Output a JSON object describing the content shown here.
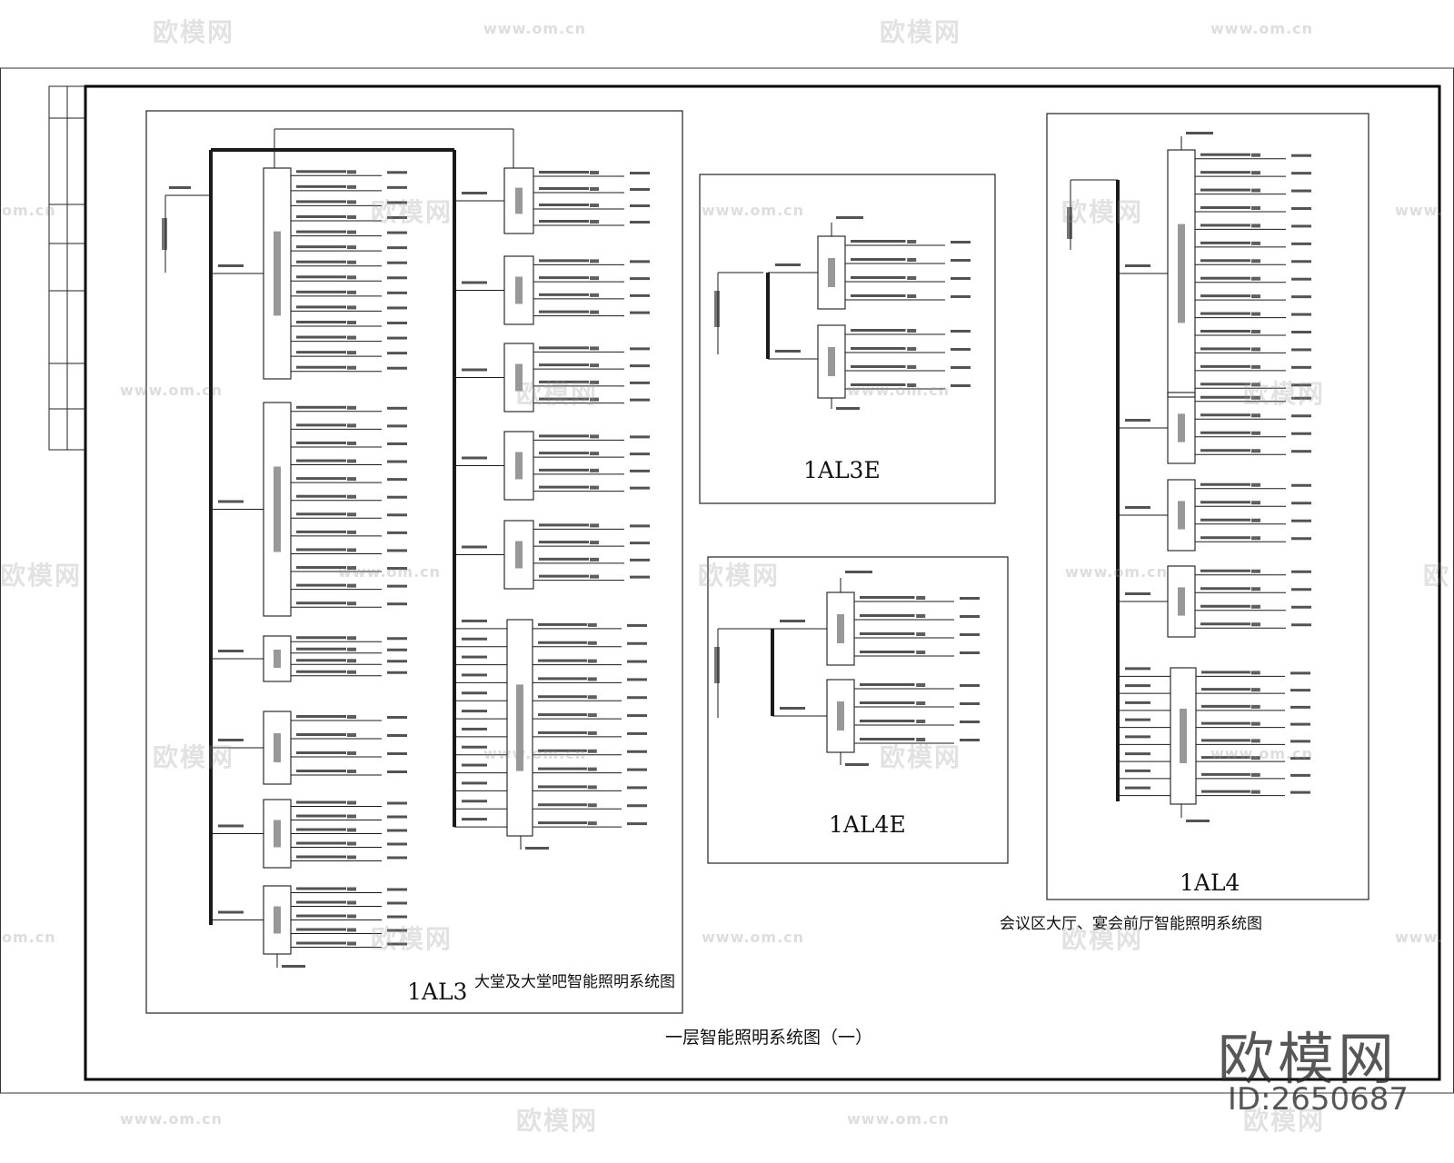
{
  "drawing": {
    "panels": [
      {
        "id": "1AL3",
        "label": "1AL3",
        "caption": "大堂及大堂吧智能照明系统图"
      },
      {
        "id": "1AL3E",
        "label": "1AL3E"
      },
      {
        "id": "1AL4E",
        "label": "1AL4E"
      },
      {
        "id": "1AL4",
        "label": "1AL4",
        "caption": "会议区大厅、宴会前厅智能照明系统图"
      }
    ],
    "sheet_title": "一层智能照明系统图（一）"
  },
  "watermark": {
    "brand_cn": "欧模网",
    "url": "www.om.cn",
    "id_text": "ID:2650687",
    "edge_left": "om.cn",
    "edge_right": "www.",
    "edge_brand_left": "欧模网",
    "edge_brand_right": "欧"
  },
  "colors": {
    "line": "#1a1a1a",
    "frame": "#000000",
    "watermark": "#9a9a9a"
  }
}
